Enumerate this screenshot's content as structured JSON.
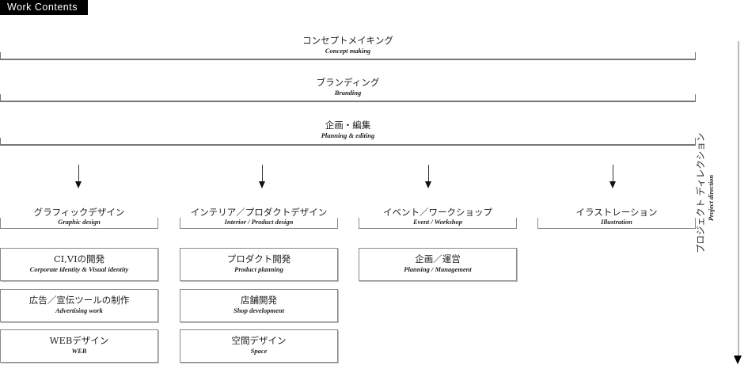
{
  "header": {
    "title": "Work Contents"
  },
  "top_bands": [
    {
      "jp": "コンセプトメイキング",
      "en": "Concept making"
    },
    {
      "jp": "ブランディング",
      "en": "Branding"
    },
    {
      "jp": "企画・編集",
      "en": "Planning & editing"
    }
  ],
  "categories": [
    {
      "jp": "グラフィックデザイン",
      "en": "Graphic design",
      "items": [
        {
          "jp": "CI,VIの開発",
          "en": "Corporate identity & Visual identity"
        },
        {
          "jp": "広告／宣伝ツールの制作",
          "en": "Advertising work"
        },
        {
          "jp": "WEBデザイン",
          "en": "WEB"
        }
      ]
    },
    {
      "jp": "インテリア／プロダクトデザイン",
      "en": "Interior / Product design",
      "items": [
        {
          "jp": "プロダクト開発",
          "en": "Product planning"
        },
        {
          "jp": "店舗開発",
          "en": "Shop development"
        },
        {
          "jp": "空間デザイン",
          "en": "Space"
        }
      ]
    },
    {
      "jp": "イベント／ワークショップ",
      "en": "Event / Workshop",
      "items": [
        {
          "jp": "企画／運営",
          "en": "Planning / Management"
        }
      ]
    },
    {
      "jp": "イラストレーション",
      "en": "Illustration",
      "items": []
    }
  ],
  "side": {
    "jp": "プロジェクト ディレクション",
    "en": "Project direction",
    "icon": "arrow-down-icon"
  },
  "colors": {
    "tag_bg": "#000000",
    "tag_text": "#ffffff",
    "line": "#777777",
    "side_line": "#bbbbbb"
  }
}
